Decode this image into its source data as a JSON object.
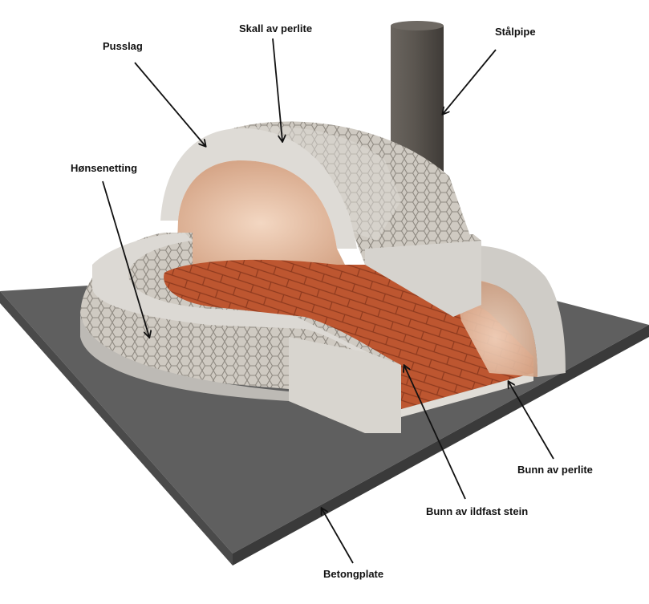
{
  "labels": {
    "pusslag": "Pusslag",
    "skall": "Skall av perlite",
    "stalpipe": "Stålpipe",
    "honsenetting": "Hønsenetting",
    "bunn_perlite": "Bunn av perlite",
    "bunn_ildfast": "Bunn av ildfast stein",
    "betongplate": "Betongplate"
  },
  "colors": {
    "slab_top": "#5f5f5f",
    "slab_front": "#3d3d3d",
    "slab_side": "#4b4b4b",
    "plaster": "#dcdad6",
    "plaster_shade": "#bdbab5",
    "perlite": "#cbc6be",
    "interior": "#e9c3a8",
    "brick": "#b8522e",
    "brick_line": "#8e3a1e",
    "pipe": "#5a5550",
    "arrow": "#111111"
  }
}
